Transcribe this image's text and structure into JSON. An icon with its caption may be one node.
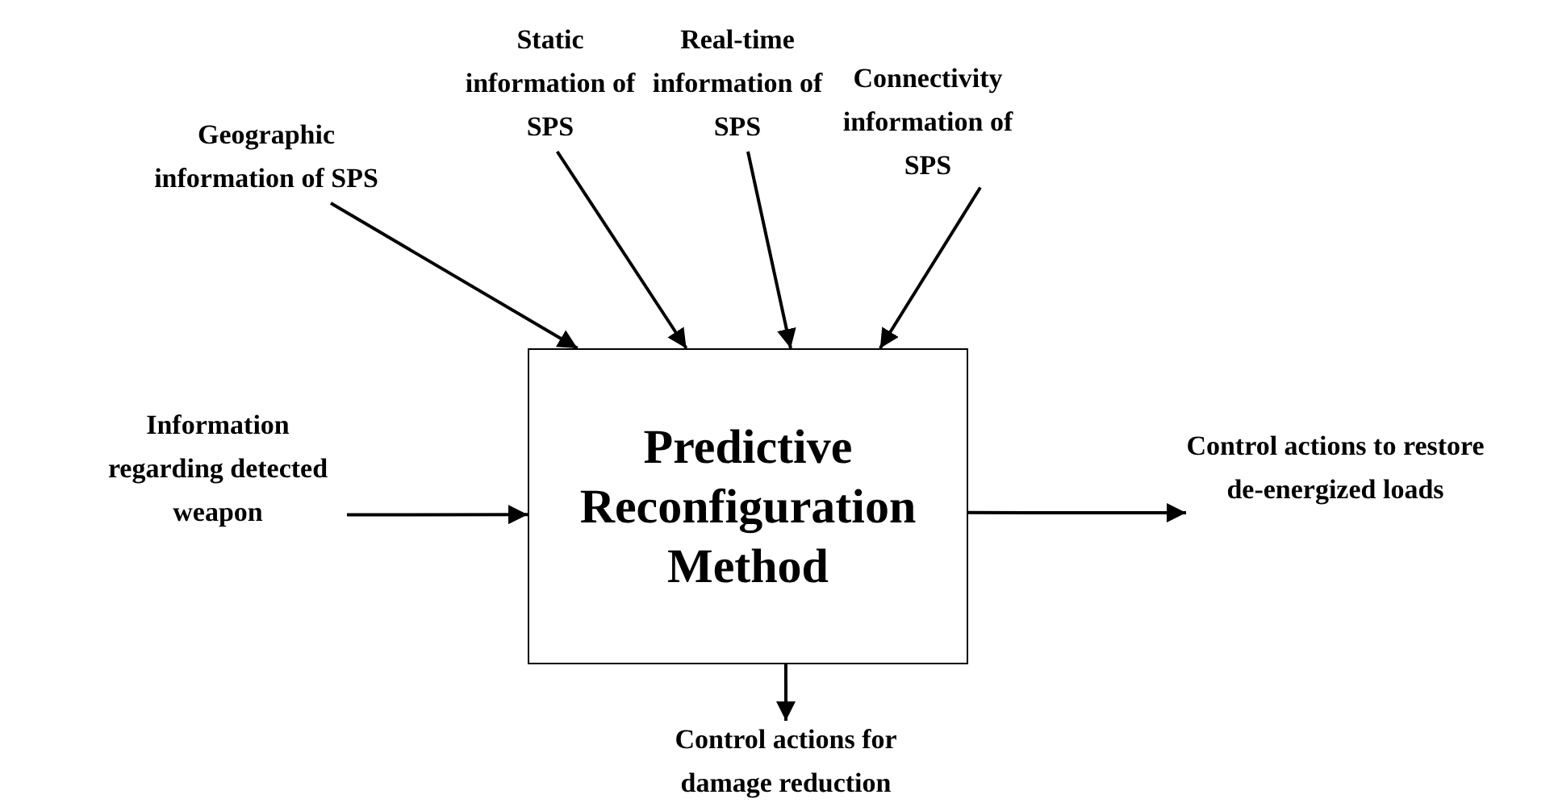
{
  "diagram": {
    "nodes": [
      {
        "text": [
          "Geographic information of SPS"
        ]
      },
      {
        "text": [
          "Static information of SPS"
        ]
      },
      {
        "text": [
          "Real-time information of SPS"
        ]
      },
      {
        "text": [
          "Connectivity information of SPS"
        ]
      },
      {
        "text": [
          "Information regarding detected weapon"
        ]
      },
      {
        "text": [
          "Predictive Reconfiguration Method"
        ]
      },
      {
        "text": [
          "Control actions to restore de-energized loads"
        ]
      },
      {
        "text": [
          "Control actions for damage reduction"
        ]
      }
    ],
    "edges": [
      {
        "from": 0,
        "to": 5,
        "arrow": "to"
      },
      {
        "from": 1,
        "to": 5,
        "arrow": "to"
      },
      {
        "from": 2,
        "to": 5,
        "arrow": "to"
      },
      {
        "from": 3,
        "to": 5,
        "arrow": "to"
      },
      {
        "from": 4,
        "to": 5,
        "arrow": "to"
      },
      {
        "from": 5,
        "to": 6,
        "arrow": "to"
      },
      {
        "from": 5,
        "to": 7,
        "arrow": "to"
      }
    ]
  }
}
